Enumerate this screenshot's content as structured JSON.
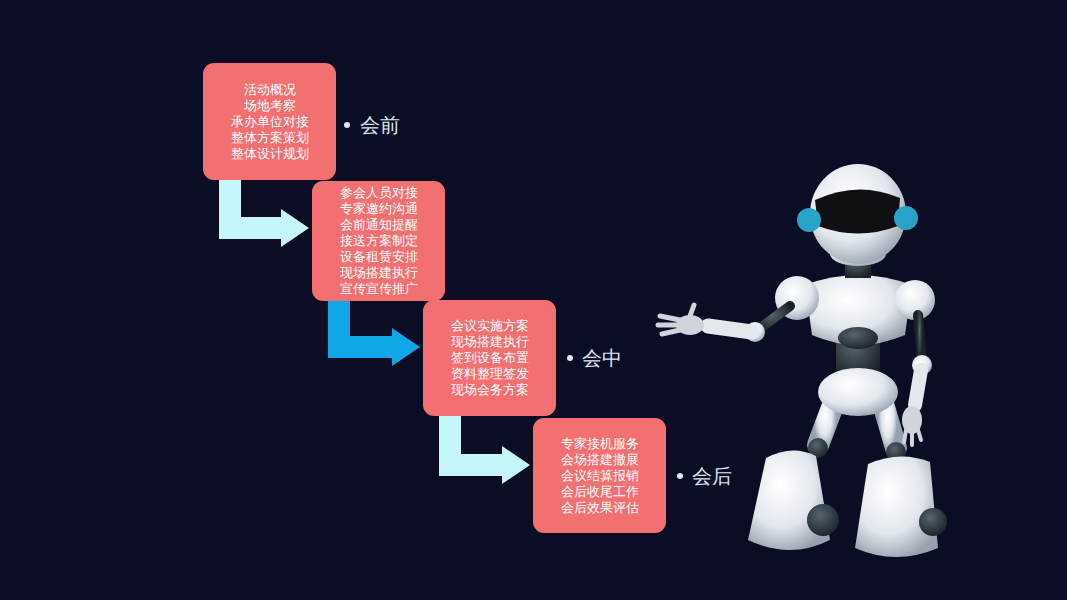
{
  "diagram": {
    "nodes": [
      {
        "text": [
          "活动概况 场地考察 承办单位对接 整体方案策划 整体设计规划"
        ]
      },
      {
        "text": [
          "参会人员对接 专家邀约沟通 会前通知提醒 接送方案制定 设备租赁安排 现场搭建执行 宣传宣传推广"
        ]
      },
      {
        "text": [
          "会议实施方案 现场搭建执行 签到设备布置 资料整理签发 现场会务方案"
        ]
      },
      {
        "text": [
          "专家接机服务 会场搭建撤展 会议结算报销 会后收尾工作 会后效果评估"
        ]
      }
    ],
    "edges": [
      {
        "from": 0,
        "to": 1,
        "arrow": "to"
      },
      {
        "from": 1,
        "to": 2,
        "arrow": "to"
      },
      {
        "from": 2,
        "to": 3,
        "arrow": "to"
      }
    ],
    "labels": [
      "会前",
      "会中",
      "会后"
    ]
  }
}
